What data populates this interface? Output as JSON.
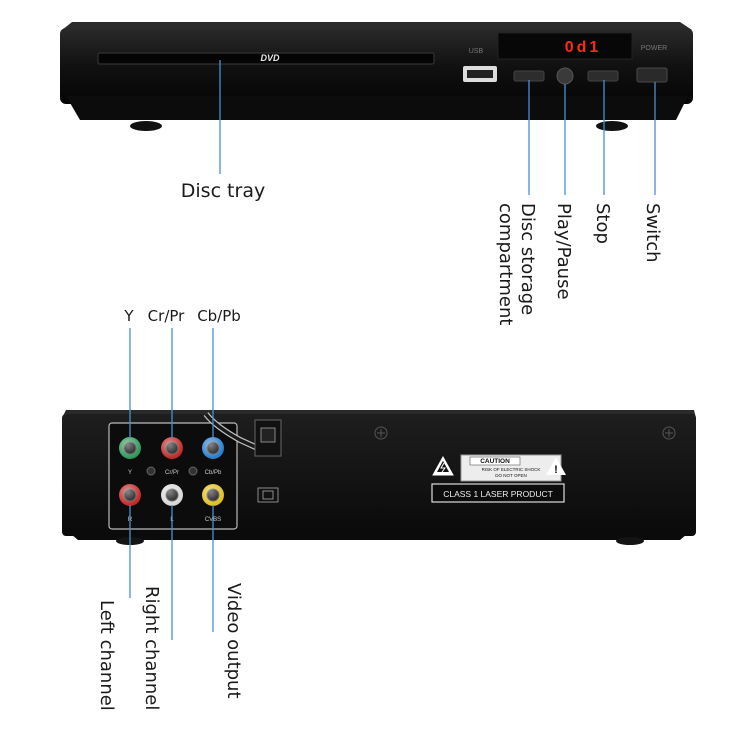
{
  "front": {
    "brand": "DVD",
    "usb_label": "USB",
    "display_text": "0d1",
    "power_label": "POWER"
  },
  "callouts": {
    "disc_tray": "Disc tray",
    "disc_storage": "Disc storage",
    "compartment": "compartment",
    "play_pause": "Play/Pause",
    "stop": "Stop",
    "switch": "Switch",
    "y": "Y",
    "cr_pr": "Cr/Pr",
    "cb_pb": "Cb/Pb",
    "left_channel": "Left channel",
    "right_channel": "Right channel",
    "video_output": "Video output"
  },
  "rear": {
    "jack_y": "Y",
    "jack_cr": "Cr/Pr",
    "jack_cb": "Cb/Pb",
    "jack_r": "R",
    "jack_l": "L",
    "jack_cvbs": "CVBS",
    "caution_title": "CAUTION",
    "caution_line1": "RISK OF ELECTRIC SHOCK",
    "caution_line2": "DO NOT OPEN",
    "laser_label": "CLASS 1 LASER PRODUCT"
  },
  "colors": {
    "body": "#141414",
    "callout_line": "#4a8fd0",
    "display_red": "#ff2a1a",
    "jack_green": "#2e9a5a",
    "jack_red": "#c22a2a",
    "jack_blue": "#2a7fd0",
    "jack_white": "#d8d8d8",
    "jack_yellow": "#e0c020"
  }
}
